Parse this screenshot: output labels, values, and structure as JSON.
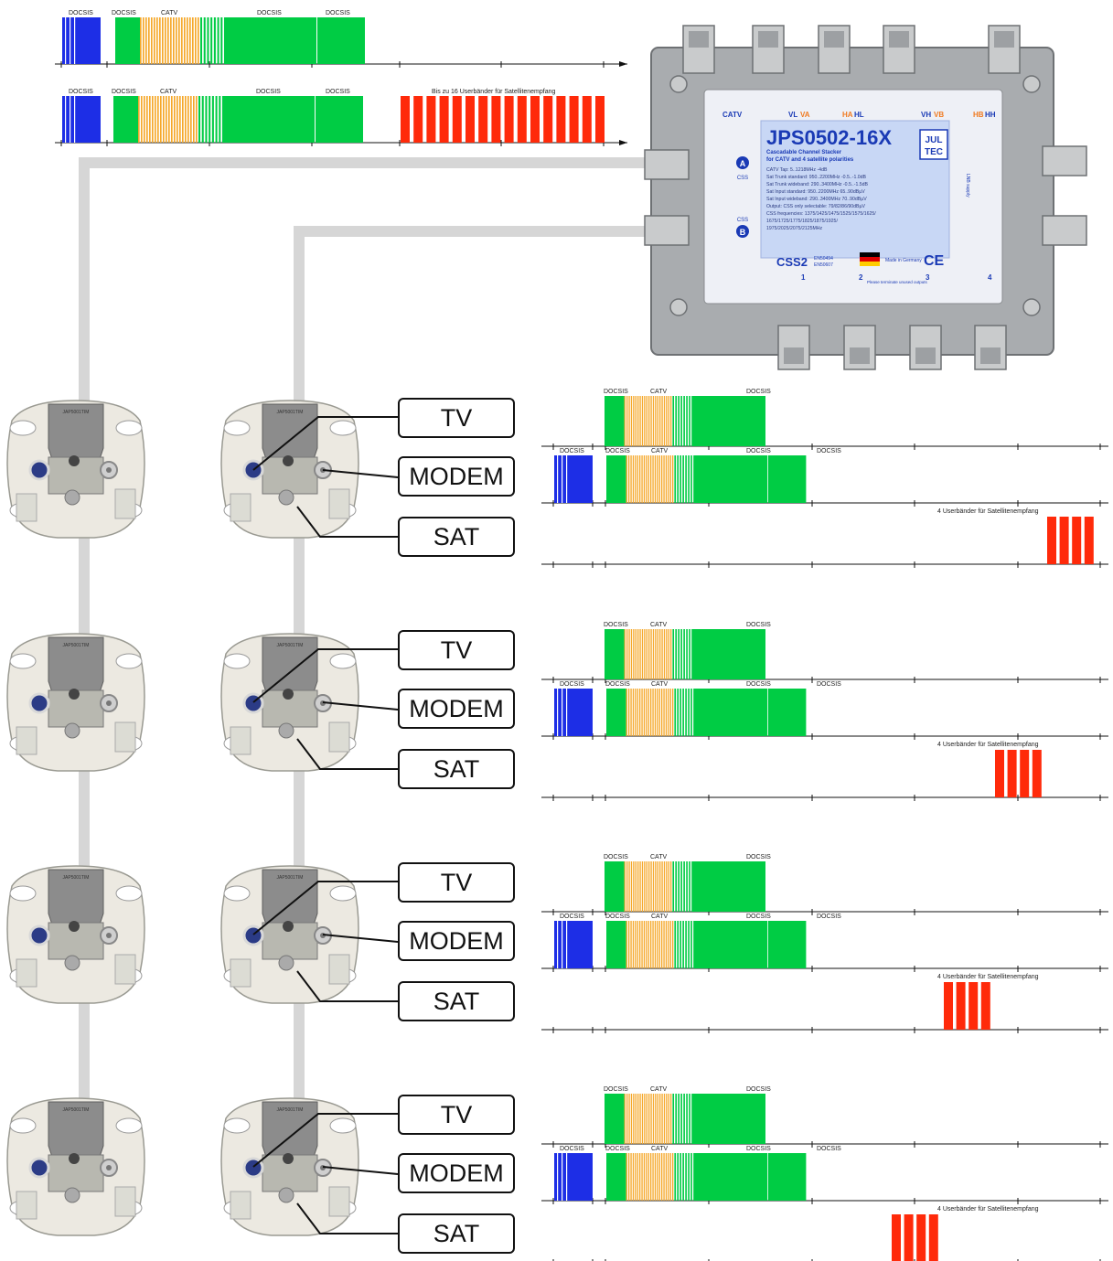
{
  "colors": {
    "docsis_blue": "#1d2ee6",
    "docsis_green": "#00cc44",
    "catv_orange": "#f5a82a",
    "sat_red": "#ff2a0a",
    "cable_gray": "#d6d6d6"
  },
  "band_labels": {
    "docsis": "DOCSIS",
    "catv": "CATV",
    "sat_16": "Bis zu 16 Userbänder für Satellitenempfang",
    "sat_4": "4 Userbänder für Satellitenempfang"
  },
  "device": {
    "model": "JPS0502-16X",
    "subtitle_1": "Cascadable Channel Stacker",
    "subtitle_2": "for CATV and 4 satellite polarities",
    "brand_line_1": "JUL",
    "brand_line_2": "TEC",
    "input_catv": "CATV",
    "input_vl": "VL",
    "input_va": "VA",
    "input_ha": "HA",
    "input_hl": "HL",
    "input_vh": "VH",
    "input_vb": "VB",
    "input_hb": "HB",
    "input_hh": "HH",
    "out_a": "A",
    "out_b": "B",
    "css": "CSS",
    "specs": [
      "CATV Tap:                    5..1218MHz         -4dB",
      "Sat Trunk standard:     950..2200MHz   -0.5..-1.0dB",
      "Sat Trunk wideband:     290..3400MHz   -0.5..-1.5dB",
      "Sat Input standard:      950..2200MHz   65..90dBµV",
      "Sat Input wideband:     290..3400MHz   70..90dBµV",
      "Output: CSS only          selectable: 79/82/86/90dBµV",
      "CSS frequencies: 1375/1425/1475/1525/1575/1625/",
      "1675/1725/1775/1825/1875/1925/",
      "1975/2025/2075/2125MHz"
    ],
    "css2_logo": "CSS2",
    "norm_1": "EN50494",
    "norm_2": "EN50607",
    "made_in": "Made in Germany",
    "ce": "CE",
    "port_1": "1",
    "port_2": "2",
    "port_3": "3",
    "port_4": "4",
    "terminate_note": "Please terminate unused outputs",
    "lnb_note": "LNB supply"
  },
  "terminals": {
    "tv": "TV",
    "modem": "MODEM",
    "sat": "SAT"
  },
  "outlet_text": "JAP5001TIM"
}
